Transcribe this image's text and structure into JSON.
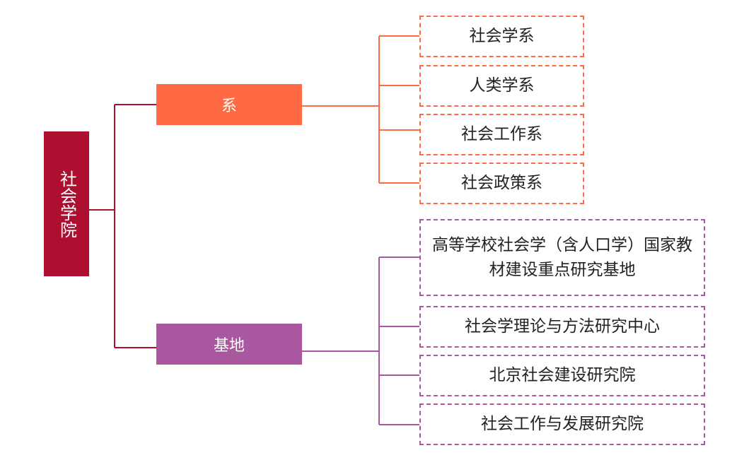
{
  "colors": {
    "root": "#ac0f2f",
    "department": "#ff6a45",
    "base": "#a9589f"
  },
  "diagram": {
    "root": {
      "label": "社会学院"
    },
    "branches": [
      {
        "label": "系",
        "children": [
          "社会学系",
          "人类学系",
          "社会工作系",
          "社会政策系"
        ]
      },
      {
        "label": "基地",
        "children": [
          "高等学校社会学（含人口学）国家教材建设重点研究基地",
          "社会学理论与方法研究中心",
          "北京社会建设研究院",
          "社会工作与发展研究院"
        ]
      }
    ]
  }
}
